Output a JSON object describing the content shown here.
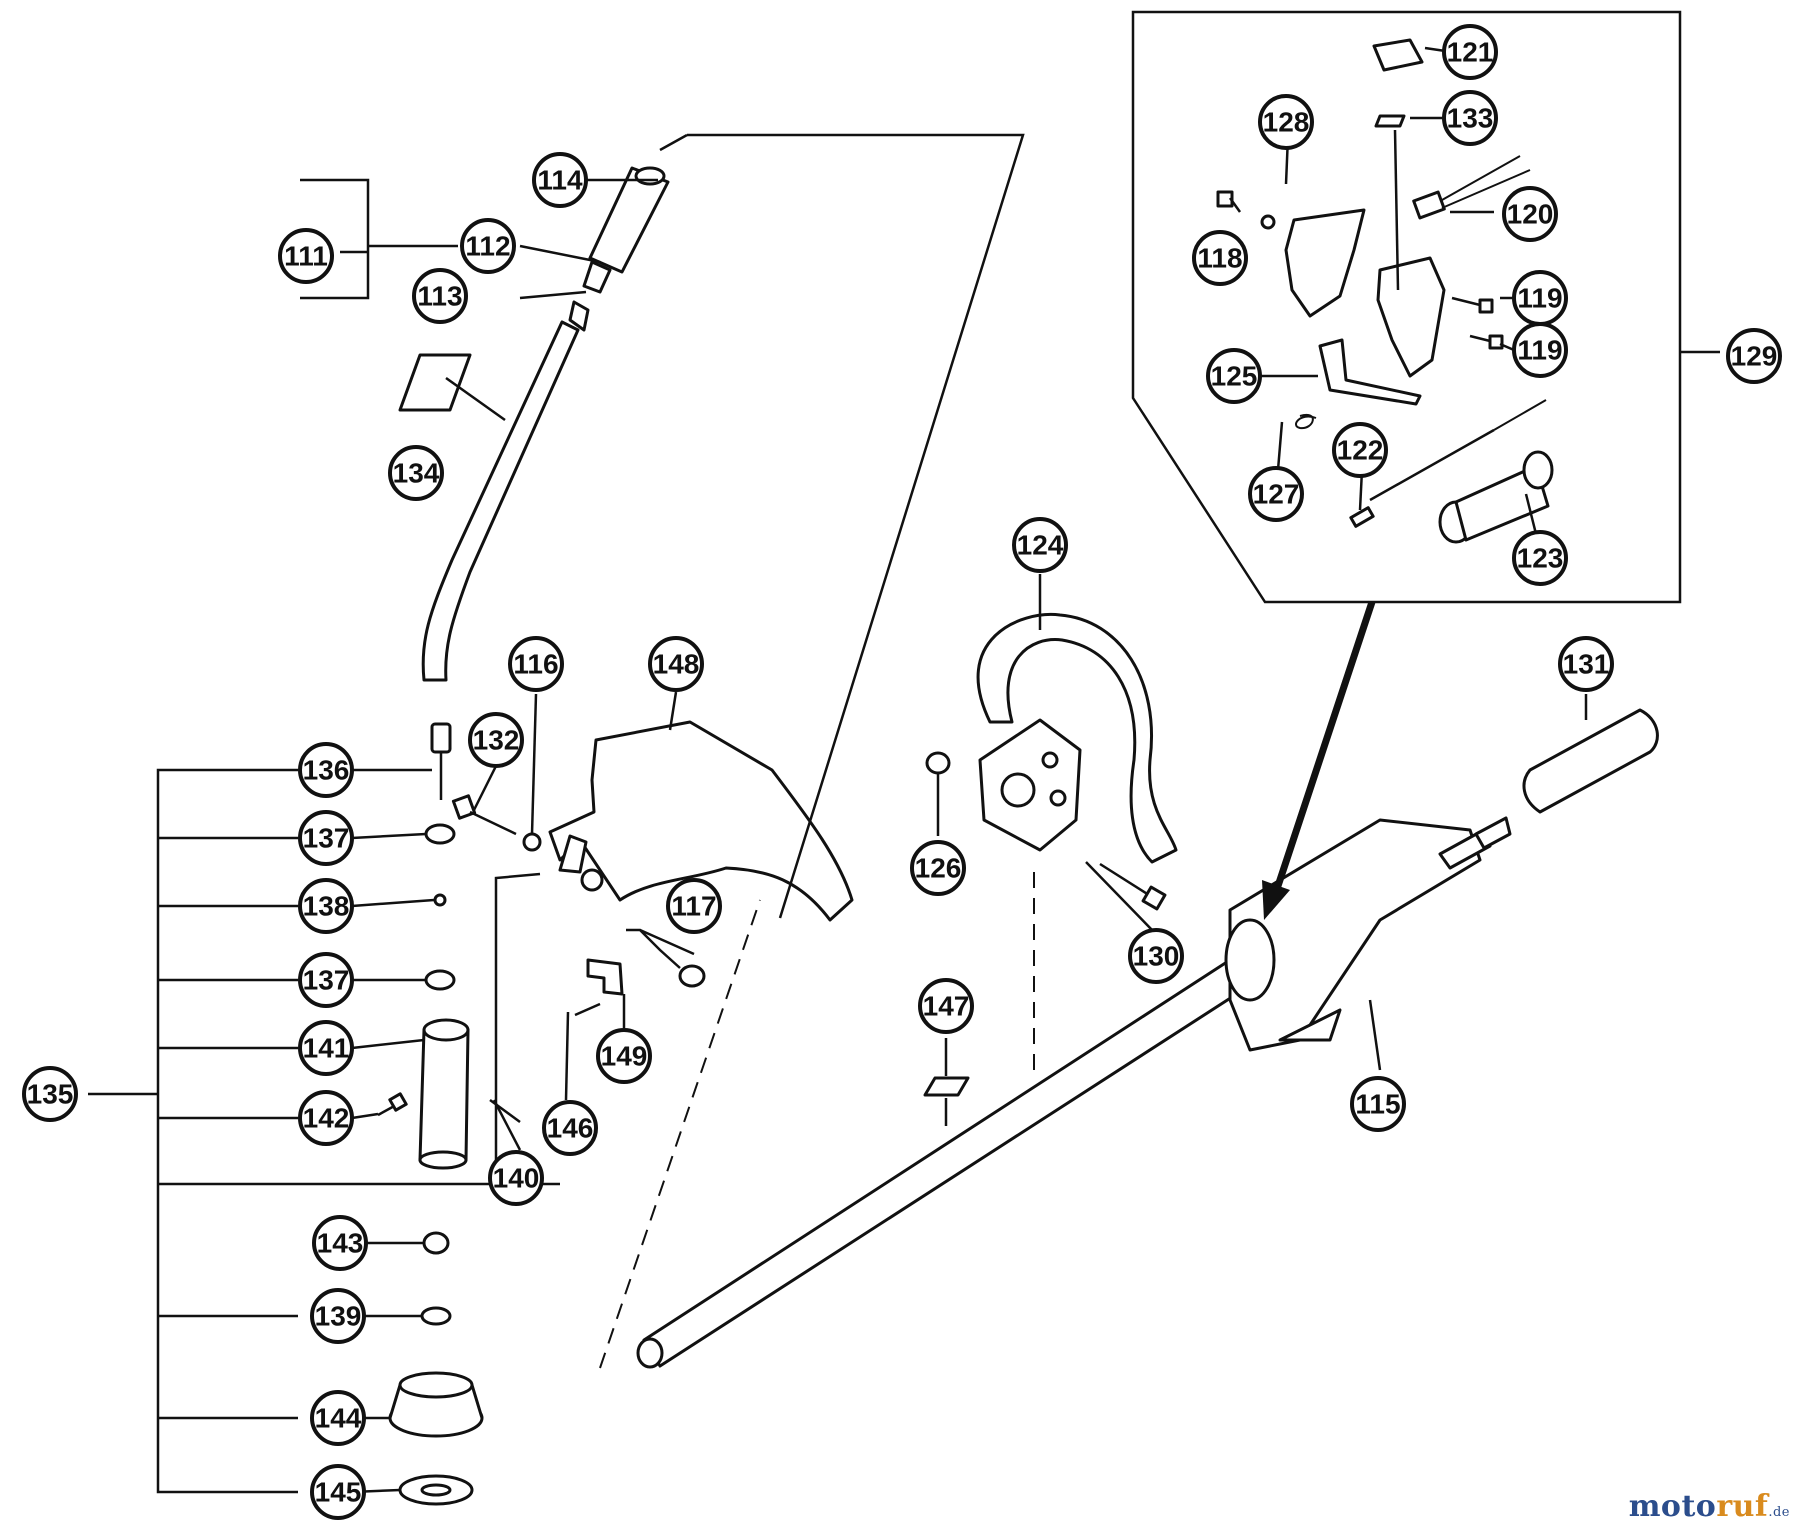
{
  "callouts": {
    "c111": "111",
    "c112": "112",
    "c113": "113",
    "c114": "114",
    "c115": "115",
    "c116": "116",
    "c117": "117",
    "c118": "118",
    "c119a": "119",
    "c119b": "119",
    "c120": "120",
    "c121": "121",
    "c122": "122",
    "c123": "123",
    "c124": "124",
    "c125": "125",
    "c126": "126",
    "c127": "127",
    "c128": "128",
    "c129": "129",
    "c130": "130",
    "c131": "131",
    "c132": "132",
    "c133": "133",
    "c134": "134",
    "c135": "135",
    "c136": "136",
    "c137a": "137",
    "c137b": "137",
    "c138": "138",
    "c139": "139",
    "c140": "140",
    "c141": "141",
    "c142": "142",
    "c143": "143",
    "c144": "144",
    "c145": "145",
    "c146": "146",
    "c147": "147",
    "c148": "148",
    "c149": "149"
  },
  "watermark": {
    "part1": "moto",
    "part2": "ruf",
    "part3": ".de"
  },
  "colors": {
    "watermark_primary": "#2b4d8c",
    "watermark_accent": "#d98b1e"
  }
}
